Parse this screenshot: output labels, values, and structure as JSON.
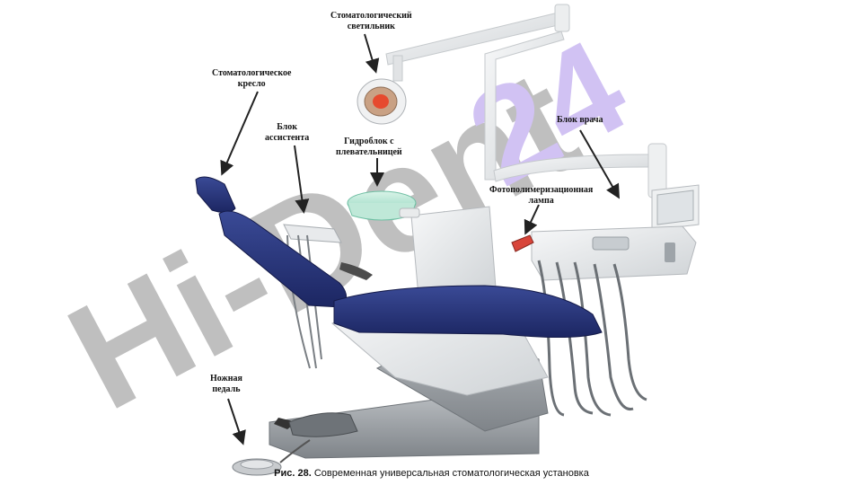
{
  "labels": {
    "light": "Стоматологический\nсветильник",
    "chair": "Стоматологическое\nкресло",
    "assistant": "Блок\nассистента",
    "hydro": "Гидроблок с\nплевательницей",
    "doctor": "Блок врача",
    "lamp": "Фотополимеризационная\nлампа",
    "pedal": "Ножная\nпедаль"
  },
  "caption": {
    "prefix": "Рис. 28.",
    "text": " Современная универсальная стоматологическая установка"
  },
  "watermark": "Hi-Dent24",
  "colors": {
    "upholstery": "#27367a",
    "frame": "#e6e8ea",
    "base": "#9a9ea3",
    "watermark_gray": "#b5b5b5",
    "watermark_violet": "#c9b8f2"
  }
}
